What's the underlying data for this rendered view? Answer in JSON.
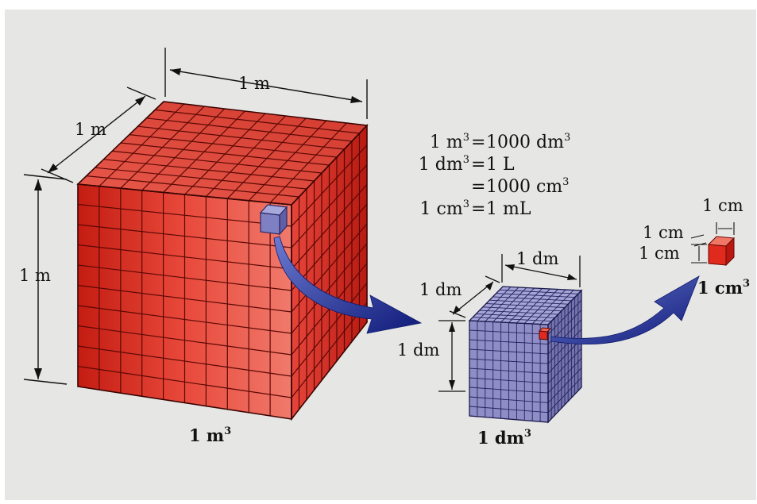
{
  "colors": {
    "background": "#e6e6e4",
    "red_front": "#e2362a",
    "red_side": "#c82218",
    "red_top": "#ea5a4c",
    "blue_front": "#8f8ec6",
    "blue_side": "#7574b0",
    "blue_top": "#a5a4d6",
    "arrow": "#1a2a8a"
  },
  "big_cube": {
    "width_label": "1 m",
    "depth_label": "1 m",
    "height_label": "1 m",
    "caption_base": "1 m",
    "caption_exp": "3"
  },
  "mid_cube": {
    "width_label": "1 dm",
    "depth_label": "1 dm",
    "height_label": "1 dm",
    "caption_base": "1 dm",
    "caption_exp": "3"
  },
  "small_cube": {
    "width_label": "1 cm",
    "depth_label": "1 cm",
    "height_label": "1 cm",
    "caption_base": "1 cm",
    "caption_exp": "3"
  },
  "equations": [
    {
      "lhs_base": "1 m",
      "lhs_exp": "3",
      "rhs_base": "1000 dm",
      "rhs_exp": "3"
    },
    {
      "lhs_base": "1 dm",
      "lhs_exp": "3",
      "rhs_base": "1 L",
      "rhs_exp": ""
    },
    {
      "lhs_base": "",
      "lhs_exp": "",
      "rhs_base": "1000 cm",
      "rhs_exp": "3"
    },
    {
      "lhs_base": "1 cm",
      "lhs_exp": "3",
      "rhs_base": "1 mL",
      "rhs_exp": ""
    }
  ]
}
